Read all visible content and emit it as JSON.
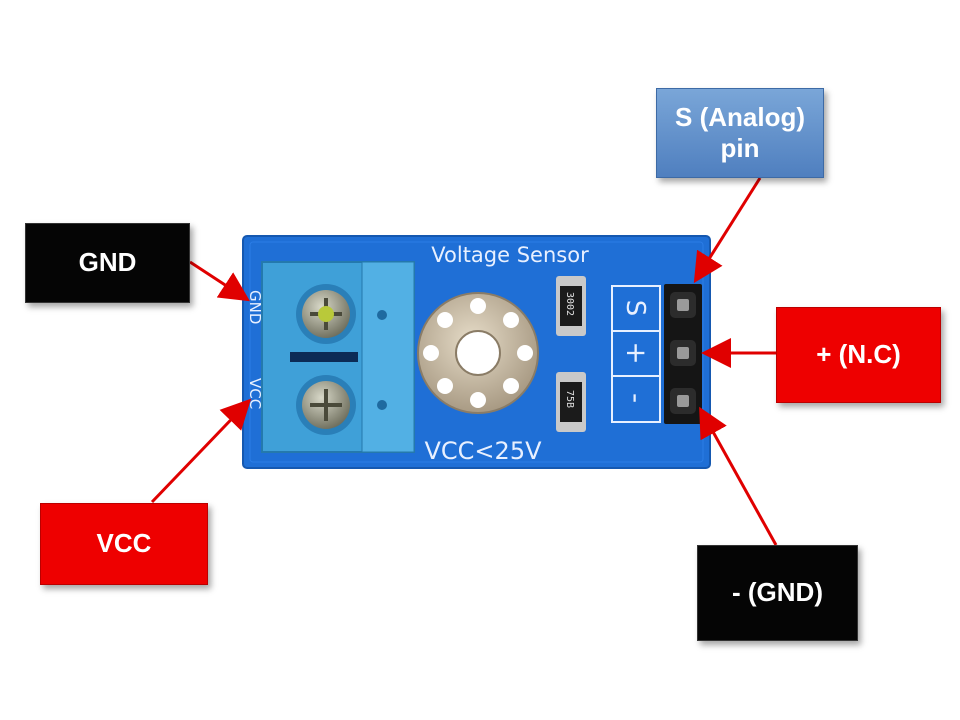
{
  "board": {
    "title": "Voltage Sensor",
    "rating": "VCC<25V",
    "terminal_labels": {
      "gnd": "GND",
      "vcc": "VCC"
    },
    "pin_labels": {
      "s": "S",
      "plus": "+",
      "minus": "-"
    },
    "resistor_codes": [
      "3002",
      "75B"
    ],
    "colors": {
      "pcb": "#1f6fd6",
      "terminal": "#3fa0d8"
    }
  },
  "callouts": {
    "gnd": "GND",
    "vcc": "VCC",
    "signal_line1": "S (Analog)",
    "signal_line2": "pin",
    "plus": "+ (N.C)",
    "minus": "- (GND)"
  },
  "colors": {
    "arrow": "#e00000",
    "callout_red": "#ee0000",
    "callout_black": "#050505",
    "callout_blue": "#5f8fcc"
  }
}
